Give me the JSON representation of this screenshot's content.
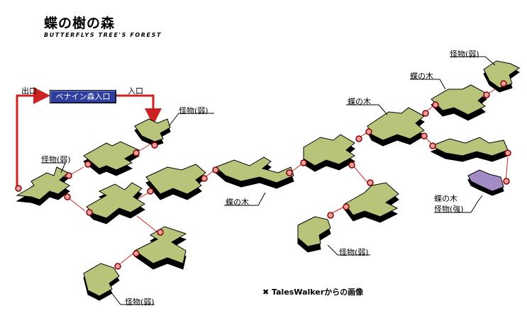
{
  "title": "蝶の樹の森",
  "subtitle": "BUTTERFLYS TREE'S FOREST",
  "entrance_button": "ベナイン森入口",
  "exit_label": "出口",
  "entry_label": "入口",
  "credit": "✖ TalesWalkerからの画像",
  "labels": {
    "monster_weak_1": "怪物(弱)",
    "monster_weak_2": "怪物(弱)",
    "monster_weak_3": "怪物(弱)",
    "monster_weak_4": "怪物(弱)",
    "monster_weak_5": "怪物(弱)",
    "butterfly_tree_1": "蝶の木",
    "butterfly_tree_2": "蝶の木",
    "butterfly_tree_3": "蝶の木",
    "butterfly_tree_4": "蝶の木",
    "monster_strong": "怪物(強)"
  },
  "colors": {
    "ground": "#b8c47a",
    "ground_dark": "#000000",
    "special_area": "#a38bc4",
    "path_red": "#cc2222",
    "entrance_bg": "#2e3fa0",
    "portal": "#d9534f"
  }
}
